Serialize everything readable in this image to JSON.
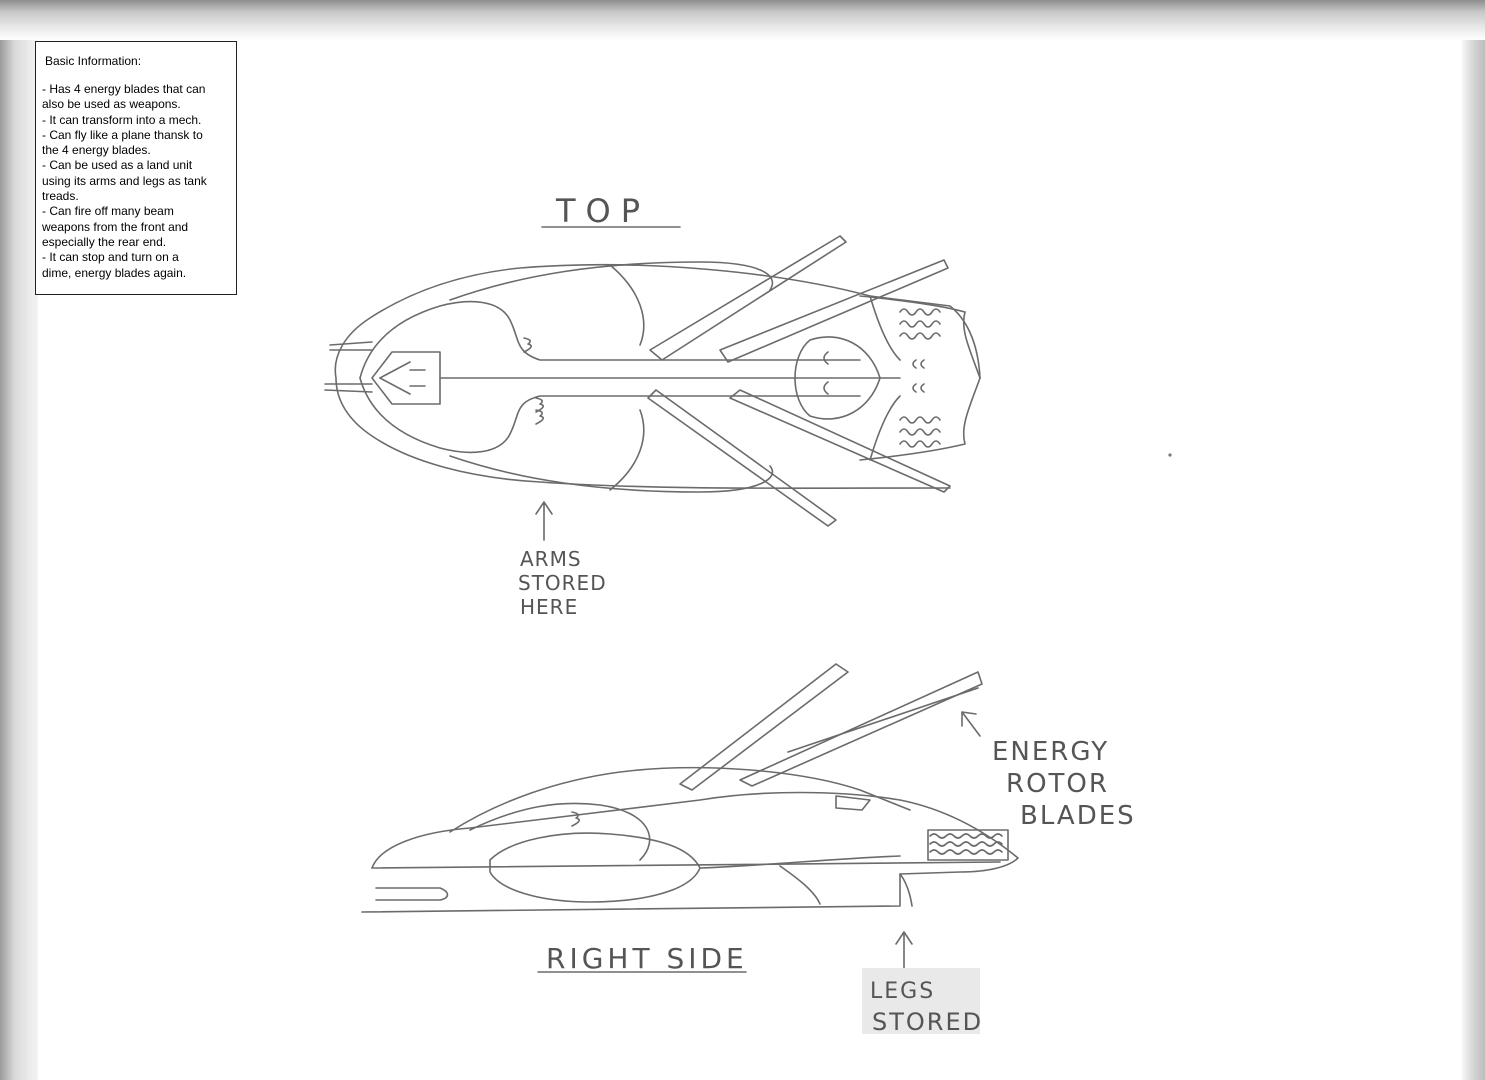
{
  "info": {
    "title": "Basic Information:",
    "lines": [
      "- Has 4 energy blades that can",
      "also be used as weapons.",
      "- It can transform into a mech.",
      "- Can fly like a plane thansk to",
      "the 4 energy blades.",
      "- Can be used as a land unit",
      "using its arms and legs as tank",
      "treads.",
      "- Can fire off many beam",
      "weapons from the front and",
      "especially the rear end.",
      "- It can stop and turn on a",
      "dime, energy blades again."
    ]
  },
  "views": {
    "top_label": "TOP",
    "side_label": "RIGHT SIDE"
  },
  "annotations": {
    "arms": [
      "ARMS",
      "STORED",
      "HERE"
    ],
    "energy": [
      "ENERGY",
      "ROTOR",
      "BLADES"
    ],
    "legs": [
      "LEGS",
      "STORED"
    ]
  },
  "colors": {
    "pencil": "#6b6b6b",
    "paper": "#ffffff",
    "box_border": "#222222"
  }
}
